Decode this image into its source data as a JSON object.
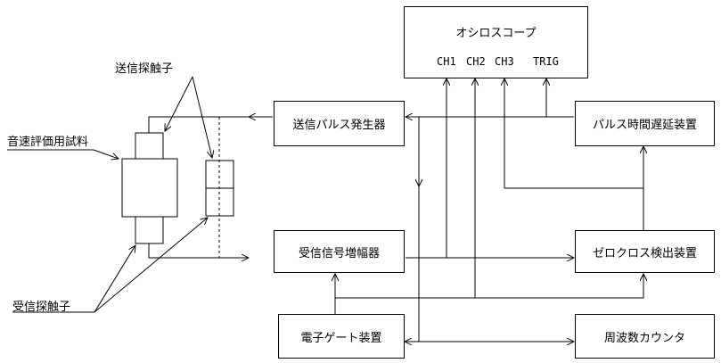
{
  "oscilloscope": {
    "title": "オシロスコープ",
    "channels": [
      "CH1",
      "CH2",
      "CH3",
      "TRIG"
    ]
  },
  "blocks": {
    "transmit_pulse_generator": "送信パルス発生器",
    "pulse_time_delay_device": "パルス時間遅延装置",
    "receive_signal_amplifier": "受信信号増幅器",
    "zero_cross_detector": "ゼロクロス検出装置",
    "electronic_gate_device": "電子ゲート装置",
    "frequency_counter": "周波数カウンタ"
  },
  "labels": {
    "transmit_probe": "送信探触子",
    "sound_speed_specimen": "音速評価用試料",
    "receive_probe": "受信探触子"
  }
}
